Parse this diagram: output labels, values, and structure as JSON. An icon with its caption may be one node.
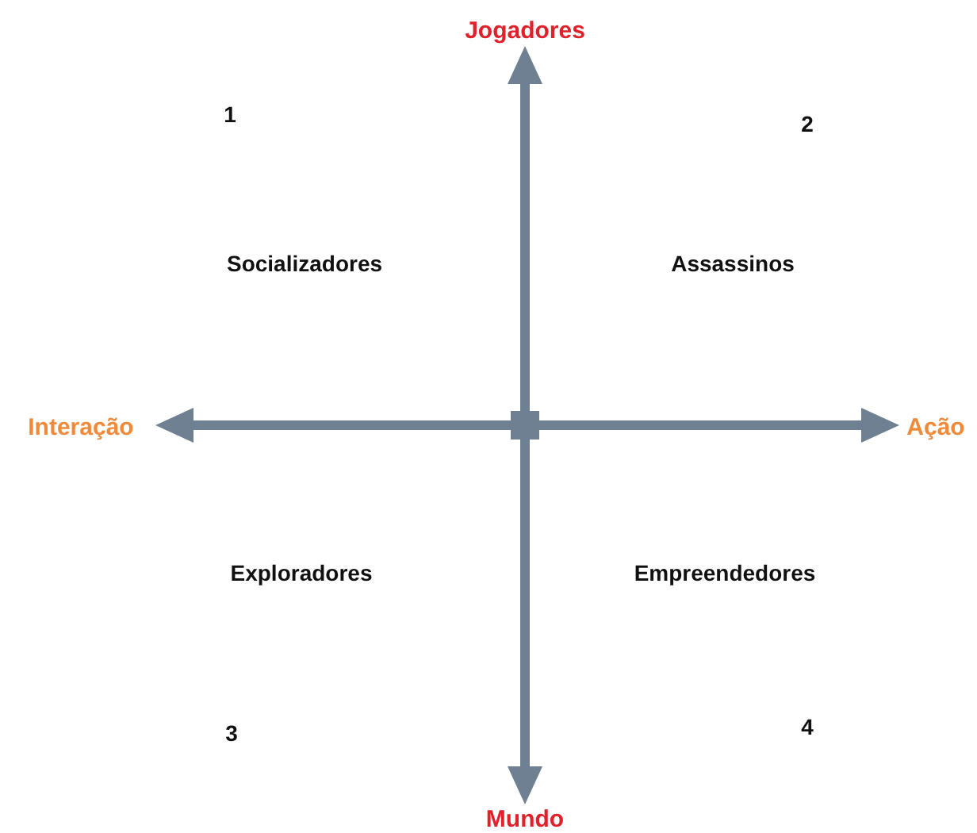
{
  "diagram": {
    "nodes": [
      {
        "text": [],
        "shape": "box"
      },
      {
        "text": [
          "Jogadores"
        ]
      },
      {
        "text": [
          "Ação"
        ]
      },
      {
        "text": [
          "Mundo"
        ]
      },
      {
        "text": [
          "Interação"
        ]
      }
    ],
    "edges": [
      {
        "from": 0,
        "to": 1,
        "arrow": "to"
      },
      {
        "from": 0,
        "to": 2,
        "arrow": "to"
      },
      {
        "from": 0,
        "to": 3,
        "arrow": "to"
      },
      {
        "from": 0,
        "to": 4,
        "arrow": "to"
      }
    ],
    "labels": [
      "1",
      "2",
      "Socializadores",
      "Assassinos",
      "Exploradores",
      "Empreendedores",
      "3",
      "4"
    ]
  }
}
